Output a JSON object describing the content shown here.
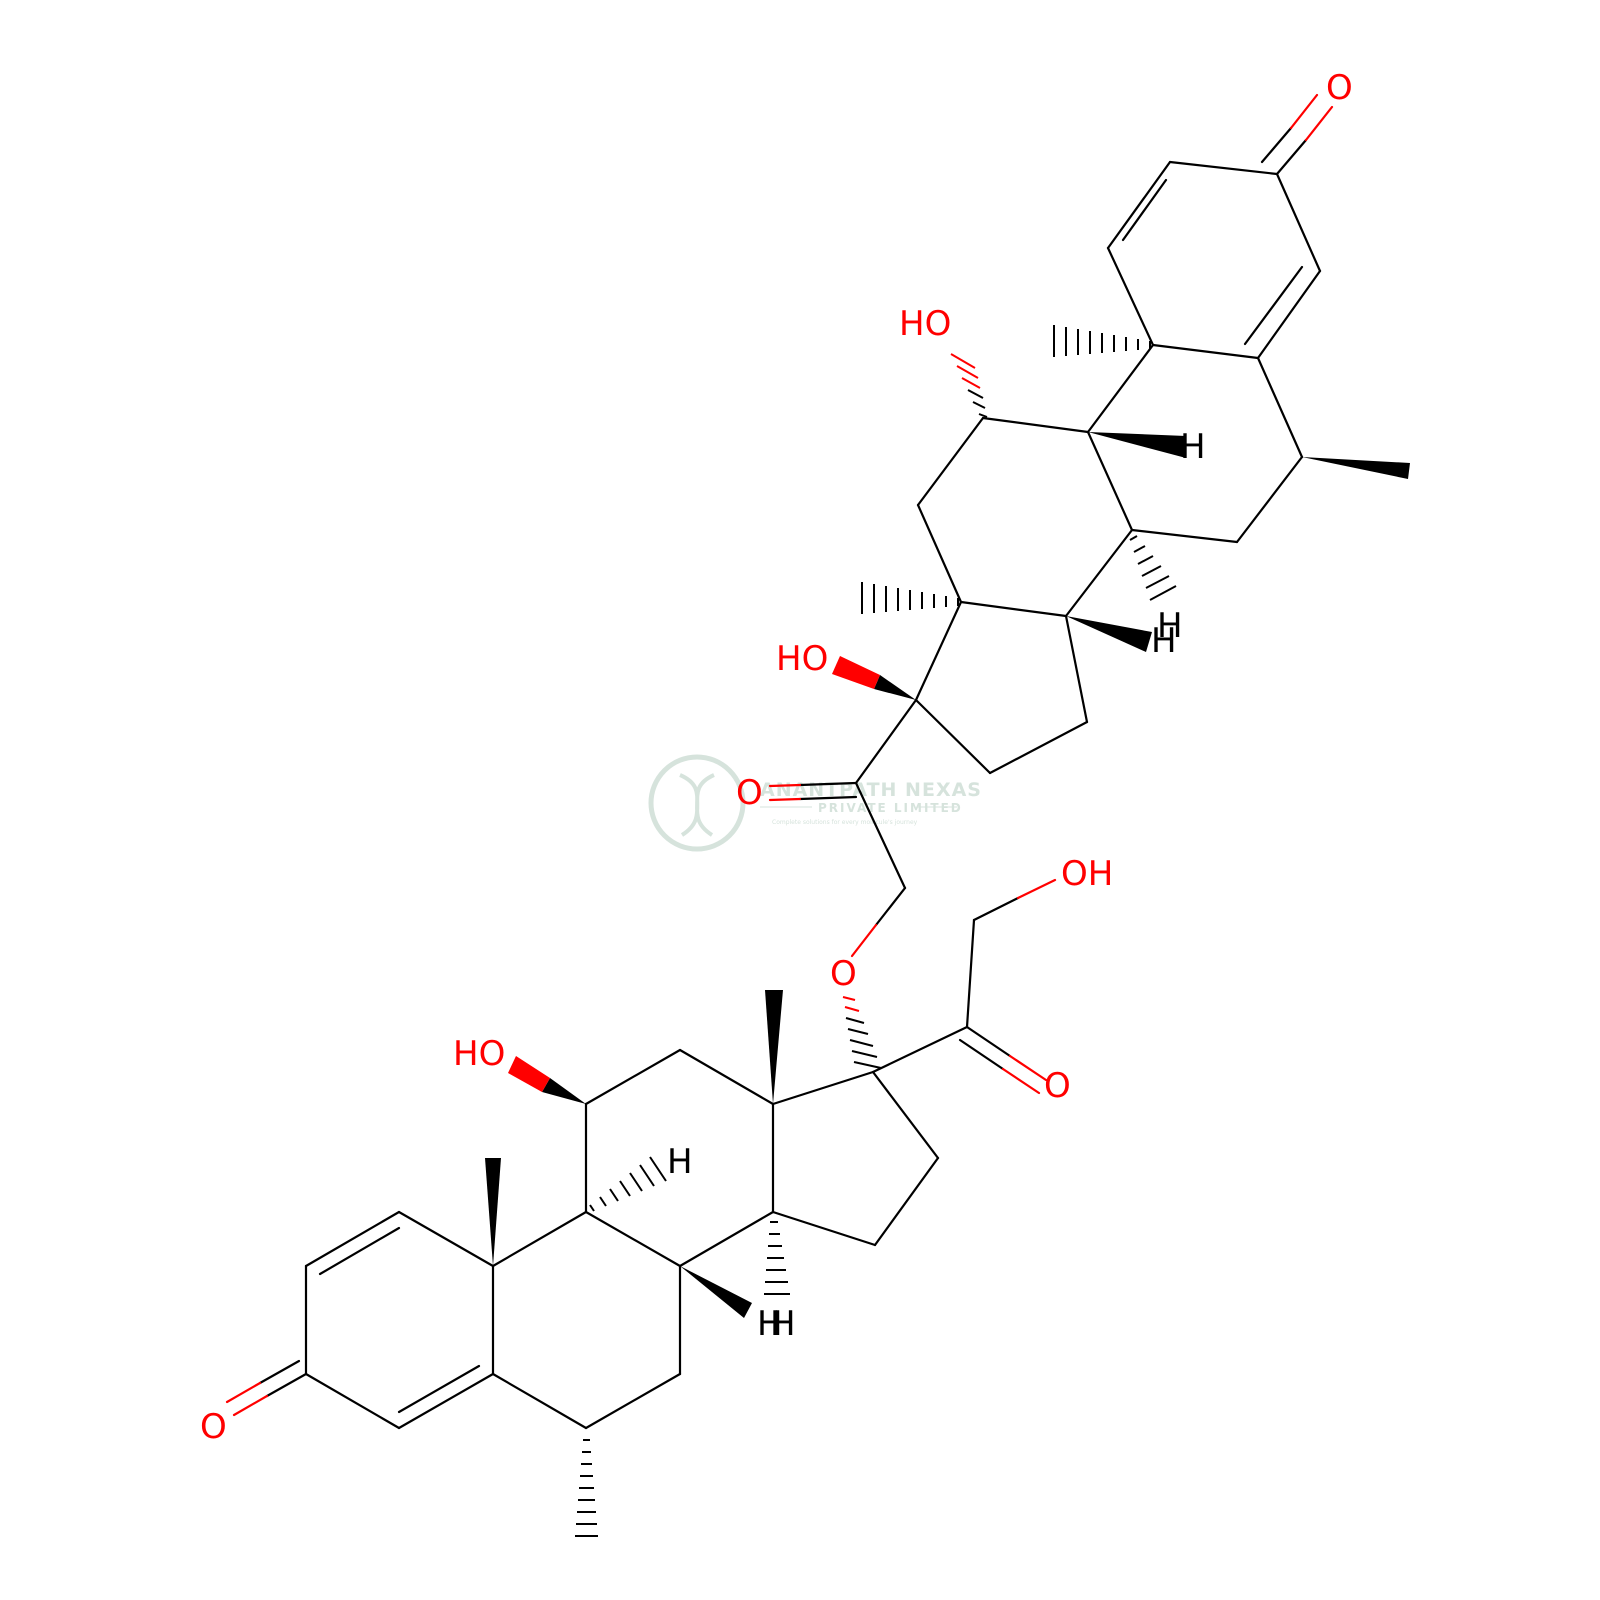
{
  "watermark": {
    "line1": "ANANTPATH NEXAS",
    "line2": "PRIVATE LIMITED",
    "line3": "Complete solutions for every molecule's journey",
    "color": "#d6e3dc"
  },
  "colors": {
    "bond": "#000000",
    "oxygen": "#ff0000",
    "hydrogen": "#000000",
    "background": "#ffffff"
  },
  "atom_labels": {
    "o_top": "O",
    "ho_11_top": "HO",
    "h_9_top": "H",
    "h_8_top": "H",
    "h_14_top": "H",
    "ho_17_top": "HO",
    "o_20_top": "O",
    "o_ether": "O",
    "oh_21_bottom": "OH",
    "o_20_bottom": "O",
    "ho_11_bottom": "HO",
    "h_9_bottom": "H",
    "h_8_bottom": "H",
    "h_14_bottom": "H",
    "o_3_bottom": "O"
  }
}
